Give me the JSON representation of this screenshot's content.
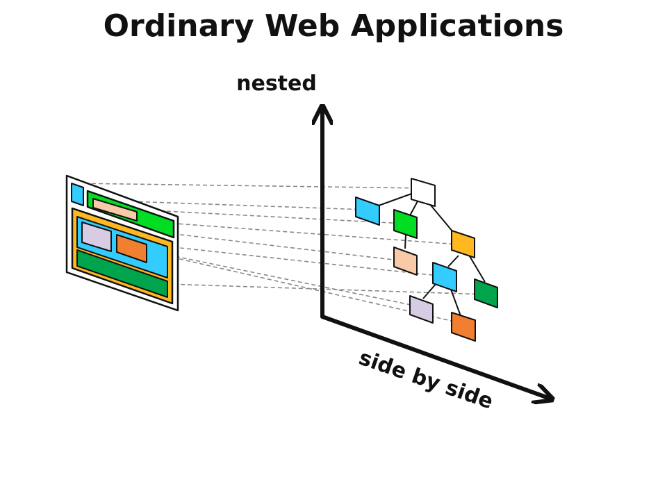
{
  "title": "Ordinary Web Applications",
  "axes": {
    "vertical_label": "nested",
    "horizontal_label": "side by side"
  },
  "colors": {
    "cyan": "#33ccff",
    "green": "#00dd22",
    "peach": "#f8caa8",
    "lavender": "#d8cce4",
    "orange": "#f08030",
    "dark_green": "#00a44c",
    "gold": "#ffb820",
    "white": "#ffffff",
    "outline": "#111111",
    "dash": "#888888"
  }
}
